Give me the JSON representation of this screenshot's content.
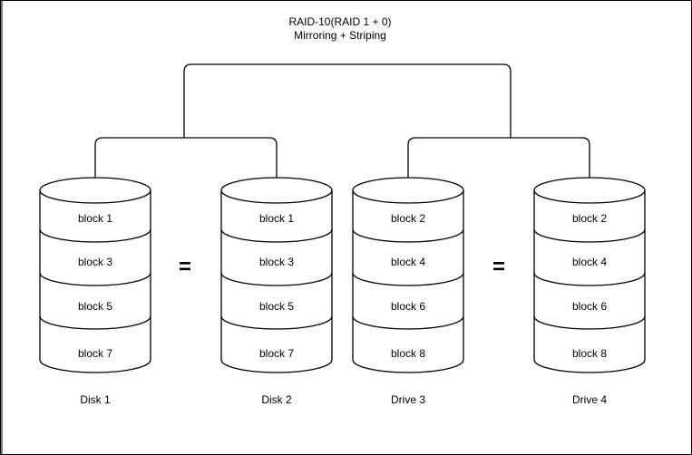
{
  "diagram": {
    "title": "RAID-10(RAID 1 + 0)",
    "subtitle": "Mirroring + Striping",
    "equals_symbol": "=",
    "colors": {
      "stroke": "#000000",
      "background": "#ffffff",
      "window_edge": "#808080"
    }
  },
  "disks": [
    {
      "label": "Disk 1",
      "blocks": [
        "block 1",
        "block 3",
        "block 5",
        "block 7"
      ]
    },
    {
      "label": "Disk 2",
      "blocks": [
        "block 1",
        "block 3",
        "block 5",
        "block 7"
      ]
    },
    {
      "label": "Drive 3",
      "blocks": [
        "block 2",
        "block 4",
        "block 6",
        "block 8"
      ]
    },
    {
      "label": "Drive 4",
      "blocks": [
        "block 2",
        "block 4",
        "block 6",
        "block 8"
      ]
    }
  ]
}
